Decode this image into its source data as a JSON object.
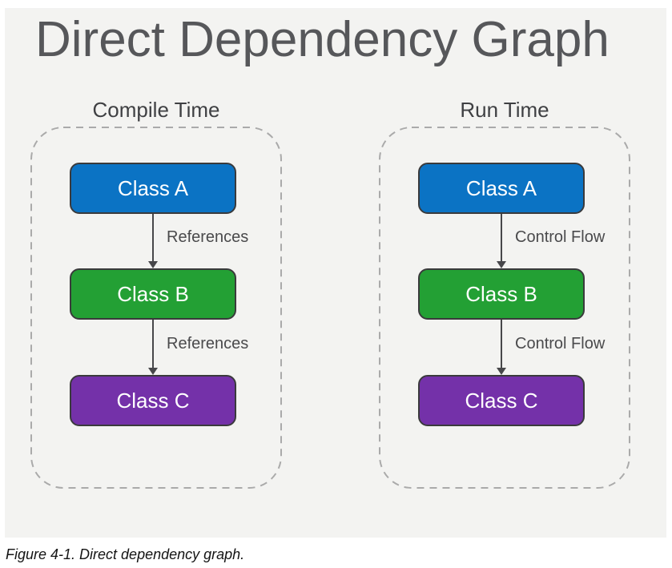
{
  "title": "Direct Dependency Graph",
  "caption": "Figure 4-1. Direct dependency graph.",
  "colors": {
    "canvas_background": "#f3f3f1",
    "title_text": "#56575a",
    "heading_text": "#3f4043",
    "dashed_border": "#aaaaaa",
    "node_border": "#3a3a3c",
    "node_text": "#ffffff",
    "arrow": "#47474a",
    "edge_label_text": "#4a4a4c",
    "class_a_fill": "#0b73c4",
    "class_b_fill": "#23a034",
    "class_c_fill": "#7431a9"
  },
  "panels": [
    {
      "title": "Compile Time",
      "nodes": [
        {
          "label": "Class A",
          "fill": "#0b73c4"
        },
        {
          "label": "Class B",
          "fill": "#23a034"
        },
        {
          "label": "Class C",
          "fill": "#7431a9"
        }
      ],
      "edges": [
        {
          "from": "Class A",
          "to": "Class B",
          "label": "References"
        },
        {
          "from": "Class B",
          "to": "Class C",
          "label": "References"
        }
      ]
    },
    {
      "title": "Run Time",
      "nodes": [
        {
          "label": "Class A",
          "fill": "#0b73c4"
        },
        {
          "label": "Class B",
          "fill": "#23a034"
        },
        {
          "label": "Class C",
          "fill": "#7431a9"
        }
      ],
      "edges": [
        {
          "from": "Class A",
          "to": "Class B",
          "label": "Control Flow"
        },
        {
          "from": "Class B",
          "to": "Class C",
          "label": "Control Flow"
        }
      ]
    }
  ]
}
